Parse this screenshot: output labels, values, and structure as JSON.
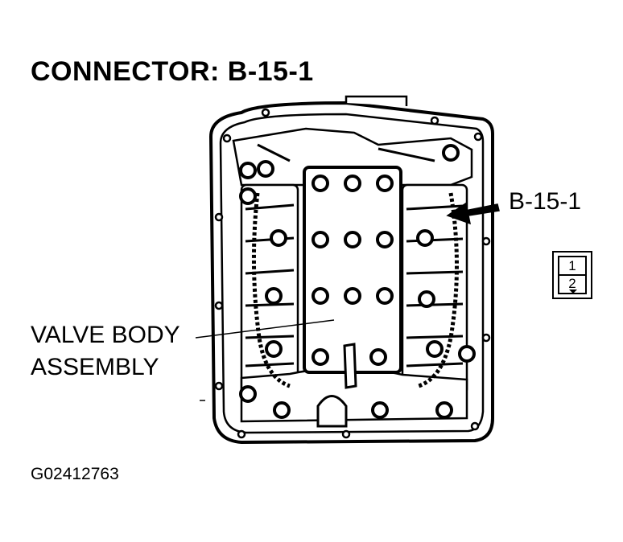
{
  "title": "CONNECTOR: B-15-1",
  "callouts": {
    "connector_label": "B-15-1",
    "valve_body_line1": "VALVE BODY",
    "valve_body_line2": "ASSEMBLY"
  },
  "connector_pins": [
    "1",
    "2"
  ],
  "figure_id": "G02412763"
}
